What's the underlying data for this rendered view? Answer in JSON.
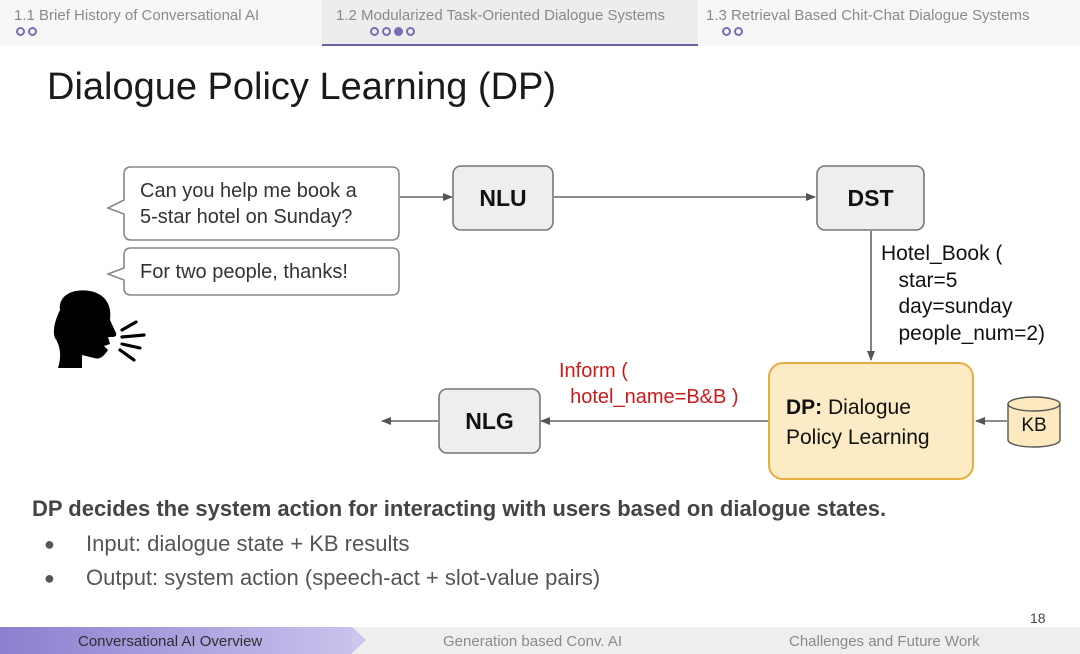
{
  "topnav": {
    "sections": [
      {
        "label": "1.1 Brief History of Conversational AI",
        "dots": 2,
        "filled": -1
      },
      {
        "label": "1.2 Modularized Task-Oriented Dialogue Systems",
        "dots": 4,
        "filled": 2
      },
      {
        "label": "1.3 Retrieval Based Chit-Chat Dialogue Systems",
        "dots": 2,
        "filled": -1
      }
    ]
  },
  "slide": {
    "title": "Dialogue Policy Learning (DP)",
    "bubble1_line1": "Can you help me book a",
    "bubble1_line2": "5-star hotel on Sunday?",
    "bubble2": "For two people, thanks!",
    "nlu": "NLU",
    "dst": "DST",
    "nlg": "NLG",
    "dp_bold": "DP:",
    "dp_rest_line1": " Dialogue",
    "dp_line2": "Policy Learning",
    "kb": "KB",
    "hotel_book": "Hotel_Book (\n   star=5\n   day=sunday\n   people_num=2)",
    "inform": "Inform (\n  hotel_name=B&B )",
    "summary": "DP decides the system action for interacting with users based on dialogue states.",
    "bullet_symbol": "●",
    "bullet1": "Input: dialogue state + KB results",
    "bullet2": "Output: system action (speech-act + slot-value pairs)",
    "page_number": "18",
    "speaker_icon": "speaking-head-icon"
  },
  "bottombar": {
    "seg1": "Conversational AI Overview",
    "seg2": "Generation based Conv. AI",
    "seg3": "Challenges and Future Work"
  },
  "colors": {
    "accent": "#7a6cb5",
    "dp_fill": "#fdebc6",
    "dp_border": "#e8ac3f",
    "kb_fill": "#fde9c0",
    "inform_text": "#cc1a1a"
  }
}
